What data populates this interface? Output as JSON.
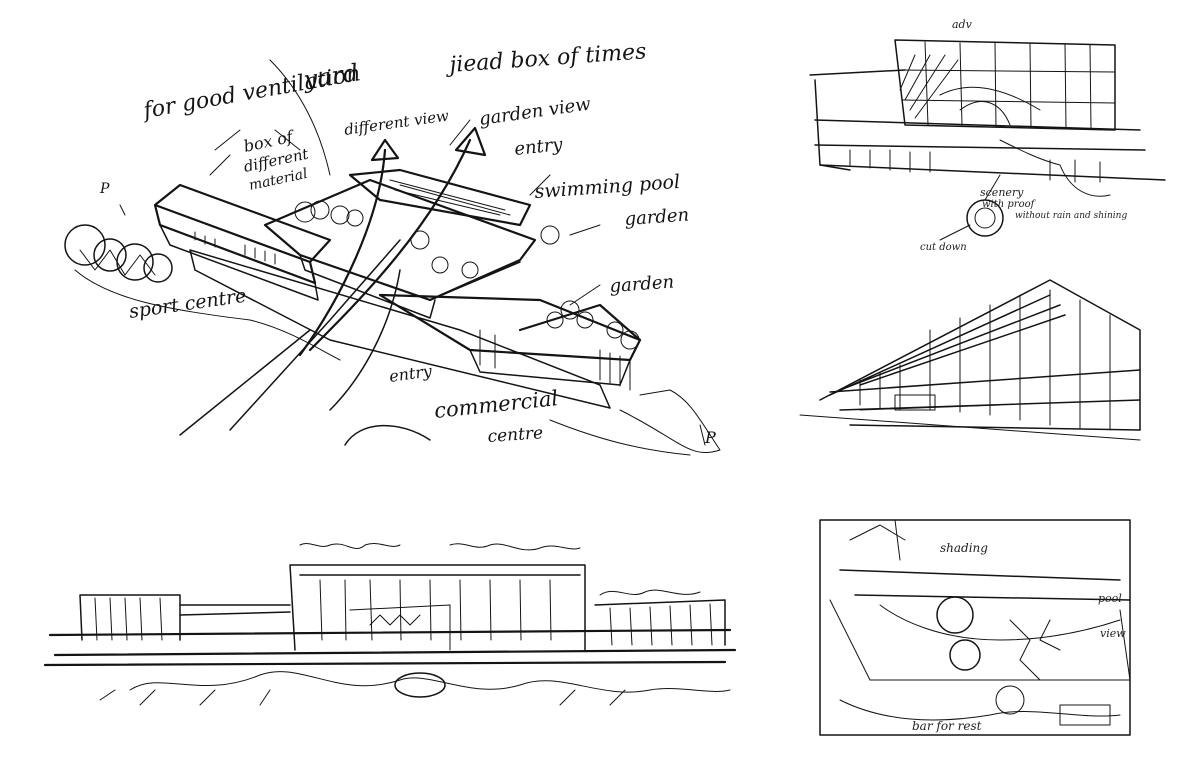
{
  "axonometric": {
    "labels": {
      "ventilation": "for good ventilation",
      "yard": "yard",
      "box_times": "jiead box of times",
      "box_material": [
        "box of",
        "different",
        "material"
      ],
      "different_view": "different view",
      "garden_view": "garden view",
      "entry_top": "entry",
      "swimming_pool": "swimming pool",
      "garden_1": "garden",
      "garden_2": "garden",
      "sport_centre": "sport centre",
      "entry_bottom": "entry",
      "commercial": "commercial",
      "centre": "centre",
      "p_left": "P",
      "p_right": "P"
    }
  },
  "perspective_pool": {
    "labels": {
      "top": "adv",
      "scenery": [
        "scenery",
        "with proof",
        "without rain and shining"
      ],
      "cut": "cut down"
    }
  },
  "perspective_street": {},
  "elevation": {},
  "pool_view": {
    "labels": {
      "shading": "shading",
      "pool": "pool",
      "view": "view",
      "bar": "bar for rest"
    }
  },
  "colors": {
    "ink": "#141414",
    "paper": "#ffffff"
  }
}
